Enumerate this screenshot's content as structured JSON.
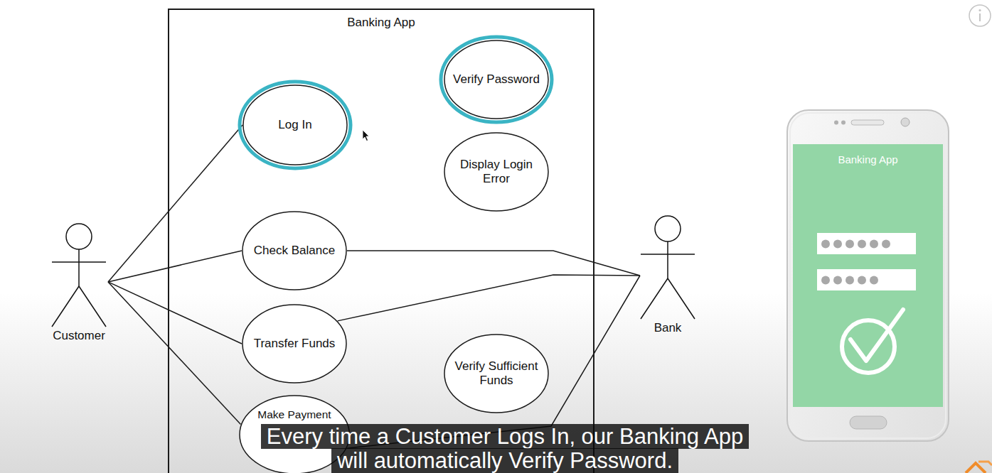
{
  "diagram": {
    "nodes": [
      {
        "text": [
          "Banking App"
        ]
      },
      {
        "text": [
          "Log In"
        ],
        "in": 0
      },
      {
        "text": [
          "Verify Password"
        ],
        "in": 0
      },
      {
        "text": [
          "Display Login Error"
        ],
        "in": 0
      },
      {
        "text": [
          "Check Balance"
        ],
        "in": 0
      },
      {
        "text": [
          "Transfer Funds"
        ],
        "in": 0
      },
      {
        "text": [
          "Verify Sufficient Funds"
        ],
        "in": 0
      },
      {
        "text": [
          "Make Payment"
        ],
        "in": 0
      },
      {
        "text": [
          "Customer"
        ]
      },
      {
        "text": [
          "Bank"
        ]
      }
    ],
    "edges": [
      {
        "from": 8,
        "to": 1,
        "arrow": "none"
      },
      {
        "from": 8,
        "to": 4,
        "arrow": "none"
      },
      {
        "from": 8,
        "to": 5,
        "arrow": "none"
      },
      {
        "from": 8,
        "to": 7,
        "arrow": "none"
      },
      {
        "from": 4,
        "to": 9,
        "arrow": "none"
      },
      {
        "from": 5,
        "to": 9,
        "arrow": "none"
      },
      {
        "from": 7,
        "to": 9,
        "arrow": "none"
      }
    ],
    "labels": [
      "Banking App",
      "Every time a Customer Logs In, our Banking App will automatically Verify Password."
    ]
  }
}
